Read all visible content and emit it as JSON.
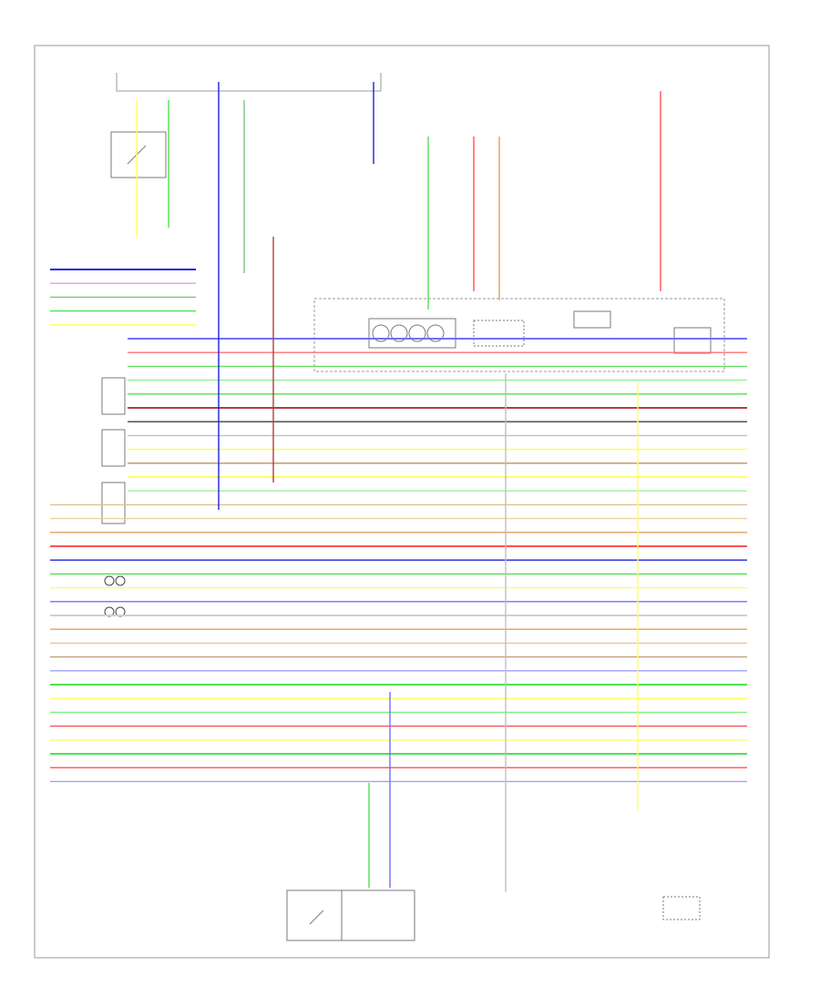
{
  "wires": [
    {
      "color": "#1f1fe0",
      "side": "left",
      "row": 0
    },
    {
      "color": "#e0a0e0",
      "side": "left",
      "row": 1
    },
    {
      "color": "#80c080",
      "side": "left",
      "row": 2
    },
    {
      "color": "#50e050",
      "side": "left",
      "row": 3
    },
    {
      "color": "#ffff60",
      "side": "left",
      "row": 4
    },
    {
      "color": "#7070ff",
      "side": "right",
      "row": 5
    },
    {
      "color": "#ff7070",
      "side": "right",
      "row": 6
    },
    {
      "color": "#60e060",
      "side": "right",
      "row": 7
    },
    {
      "color": "#90f090",
      "side": "right",
      "row": 8
    },
    {
      "color": "#50e050",
      "side": "right",
      "row": 9
    },
    {
      "color": "#b04040",
      "side": "right",
      "row": 10
    },
    {
      "color": "#404040",
      "side": "right",
      "row": 11
    },
    {
      "color": "#c0c0c0",
      "side": "right",
      "row": 12
    },
    {
      "color": "#ffff40",
      "side": "right",
      "row": 13
    },
    {
      "color": "#c09060",
      "side": "right",
      "row": 14
    },
    {
      "color": "#ffff60",
      "side": "right",
      "row": 15
    },
    {
      "color": "#a0f0a0",
      "side": "right",
      "row": 16
    },
    {
      "color": "#e0c090",
      "side": "both",
      "row": 17
    },
    {
      "color": "#f0d0a0",
      "side": "both",
      "row": 18
    },
    {
      "color": "#e0a060",
      "side": "both",
      "row": 19
    },
    {
      "color": "#ff5050",
      "side": "both",
      "row": 20
    },
    {
      "color": "#2020e0",
      "side": "both",
      "row": 21
    },
    {
      "color": "#50e050",
      "side": "both",
      "row": 22
    },
    {
      "color": "#ffff60",
      "side": "both",
      "row": 23
    },
    {
      "color": "#7070ff",
      "side": "both",
      "row": 24
    },
    {
      "color": "#d0d0d0",
      "side": "both",
      "row": 25
    },
    {
      "color": "#e0a060",
      "side": "both",
      "row": 26
    },
    {
      "color": "#f0c090",
      "side": "both",
      "row": 27
    },
    {
      "color": "#c0a080",
      "side": "both",
      "row": 28
    },
    {
      "color": "#a0a0ff",
      "side": "both",
      "row": 29
    },
    {
      "color": "#50e050",
      "side": "both",
      "row": 30
    },
    {
      "color": "#ffff60",
      "side": "both",
      "row": 31
    },
    {
      "color": "#80f080",
      "side": "both",
      "row": 32
    },
    {
      "color": "#ff5050",
      "side": "both",
      "row": 33
    },
    {
      "color": "#ffff60",
      "side": "both",
      "row": 34
    },
    {
      "color": "#50e050",
      "side": "both",
      "row": 35
    },
    {
      "color": "#ff5050",
      "side": "both",
      "row": 36
    },
    {
      "color": "#a0a0ff",
      "side": "both",
      "row": 37
    }
  ],
  "colors": {
    "frame": "#9a9a9a",
    "component": "#7a7a7a",
    "background": "#ffffff"
  }
}
